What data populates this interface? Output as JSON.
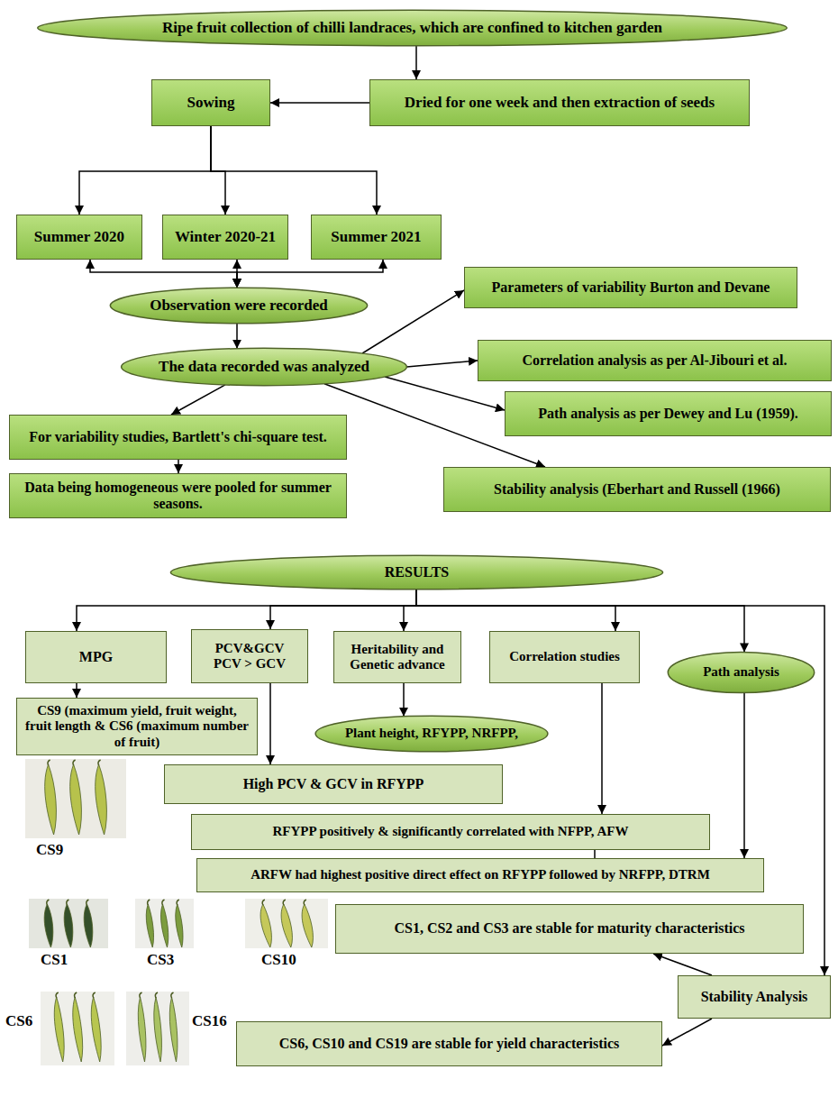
{
  "diagram": {
    "nodes": [
      {
        "text": [
          "Ripe fruit collection of chilli landraces, which are confined to kitchen garden"
        ]
      },
      {
        "text": [
          "Dried for one week and then extraction of seeds"
        ]
      },
      {
        "text": [
          "Sowing"
        ]
      },
      {
        "text": [
          "Summer 2020"
        ]
      },
      {
        "text": [
          "Winter 2020-21"
        ]
      },
      {
        "text": [
          "Summer 2021"
        ]
      },
      {
        "text": [
          "Observation were recorded"
        ]
      },
      {
        "text": [
          "Parameters of variability Burton and Devane"
        ]
      },
      {
        "text": [
          "The data recorded was analyzed"
        ]
      },
      {
        "text": [
          "Correlation analysis as per Al-Jibouri et al."
        ]
      },
      {
        "text": [
          "Path analysis as per Dewey and Lu (1959)."
        ]
      },
      {
        "text": [
          "For variability studies, Bartlett's chi-square test."
        ]
      },
      {
        "text": [
          "Data being homogeneous were pooled for summer seasons."
        ]
      },
      {
        "text": [
          "Stability analysis (Eberhart and Russell (1966)"
        ]
      },
      {
        "text": [
          "RESULTS"
        ]
      },
      {
        "text": [
          "MPG"
        ]
      },
      {
        "text": [
          "PCV&GCV PCV > GCV"
        ]
      },
      {
        "text": [
          "Heritability and Genetic advance"
        ]
      },
      {
        "text": [
          "Correlation studies"
        ]
      },
      {
        "text": [
          "Path analysis"
        ]
      },
      {
        "text": [
          "CS9 (maximum yield, fruit weight, fruit length & CS6 (maximum number of fruit)"
        ]
      },
      {
        "text": [
          "Plant height, RFYPP, NRFPP,"
        ]
      },
      {
        "text": [
          "High PCV & GCV in RFYPP"
        ]
      },
      {
        "text": [
          "RFYPP positively & significantly correlated with NFPP, AFW"
        ]
      },
      {
        "text": [
          "ARFW had highest positive direct effect on RFYPP followed by NRFPP, DTRM"
        ]
      },
      {
        "text": [
          "CS1, CS2 and CS3 are stable for maturity characteristics"
        ]
      },
      {
        "text": [
          "Stability Analysis"
        ]
      },
      {
        "text": [
          "CS6, CS10 and CS19 are stable for yield characteristics"
        ]
      }
    ],
    "edges": [
      {
        "from": 0,
        "to": 1,
        "arrow": "to"
      },
      {
        "from": 1,
        "to": 2,
        "arrow": "to"
      },
      {
        "from": 2,
        "to": 3,
        "arrow": "to"
      },
      {
        "from": 2,
        "to": 4,
        "arrow": "to"
      },
      {
        "from": 2,
        "to": 5,
        "arrow": "to"
      },
      {
        "from": 3,
        "to": 6,
        "arrow": "both"
      },
      {
        "from": 4,
        "to": 6,
        "arrow": "both"
      },
      {
        "from": 5,
        "to": 6,
        "arrow": "both"
      },
      {
        "from": 6,
        "to": 8,
        "arrow": "to"
      },
      {
        "from": 8,
        "to": 7,
        "arrow": "to"
      },
      {
        "from": 8,
        "to": 9,
        "arrow": "to"
      },
      {
        "from": 8,
        "to": 10,
        "arrow": "to"
      },
      {
        "from": 8,
        "to": 11,
        "arrow": "to"
      },
      {
        "from": 8,
        "to": 13,
        "arrow": "to"
      },
      {
        "from": 11,
        "to": 12,
        "arrow": "to"
      },
      {
        "from": 14,
        "to": 15,
        "arrow": "to"
      },
      {
        "from": 14,
        "to": 16,
        "arrow": "to"
      },
      {
        "from": 14,
        "to": 17,
        "arrow": "to"
      },
      {
        "from": 14,
        "to": 18,
        "arrow": "to"
      },
      {
        "from": 14,
        "to": 19,
        "arrow": "to"
      },
      {
        "from": 14,
        "to": 26,
        "arrow": "to"
      },
      {
        "from": 15,
        "to": 20,
        "arrow": "to"
      },
      {
        "from": 16,
        "to": 22,
        "arrow": "to"
      },
      {
        "from": 17,
        "to": 21,
        "arrow": "to"
      },
      {
        "from": 18,
        "to": 23,
        "arrow": "to"
      },
      {
        "from": 19,
        "to": 24,
        "arrow": "to"
      },
      {
        "from": 23,
        "to": 24,
        "arrow": "none"
      },
      {
        "from": 26,
        "to": 25,
        "arrow": "to"
      },
      {
        "from": 26,
        "to": 27,
        "arrow": "to"
      }
    ],
    "labels": [
      "CS9",
      "CS1",
      "CS3",
      "CS10",
      "CS6",
      "CS16"
    ]
  }
}
